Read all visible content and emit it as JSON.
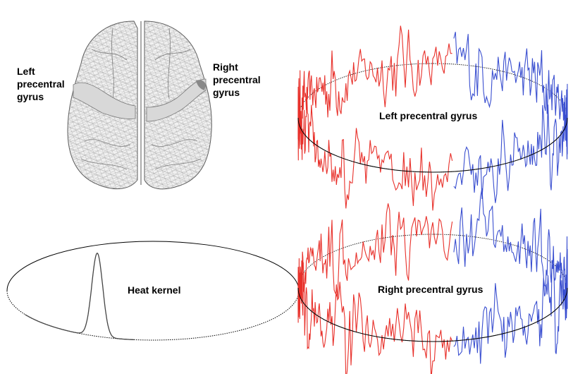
{
  "brain": {
    "left_label": [
      "Left",
      "precentral",
      "gyrus"
    ],
    "right_label": [
      "Right",
      "precentral",
      "gyrus"
    ]
  },
  "panels": {
    "heat_kernel_label": "Heat kernel",
    "left_signal_label": "Left precentral gyrus",
    "right_signal_label": "Right precentral gyrus"
  },
  "colors": {
    "left_half": "#e8302a",
    "right_half": "#3a4fd0",
    "curve": "#444444"
  }
}
